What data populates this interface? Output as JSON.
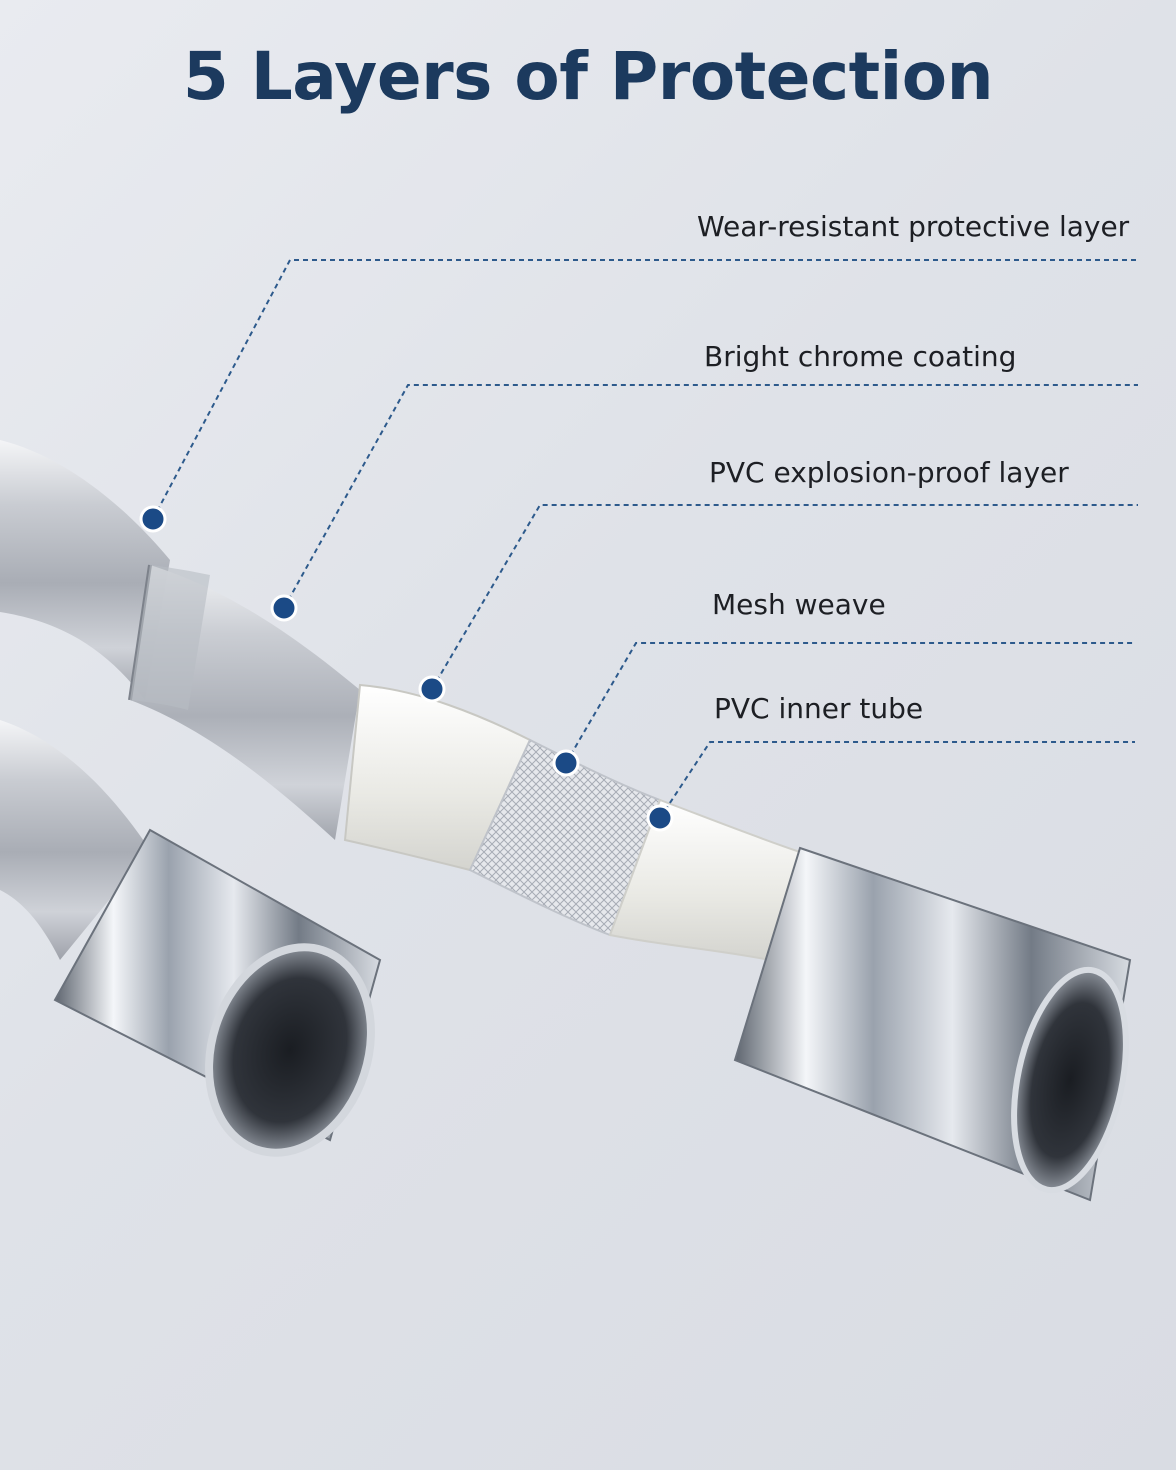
{
  "headline": "5 Layers of Protection",
  "layers": [
    {
      "label": "Wear-resistant protective layer"
    },
    {
      "label": "Bright chrome coating"
    },
    {
      "label": "PVC explosion-proof layer"
    },
    {
      "label": "Mesh weave"
    },
    {
      "label": "PVC inner tube"
    }
  ],
  "colors": {
    "headline": "#1c3a5e",
    "callout_line": "#2d5a8c",
    "callout_dot": "#1b4a86",
    "label_text": "#1d1f24"
  }
}
